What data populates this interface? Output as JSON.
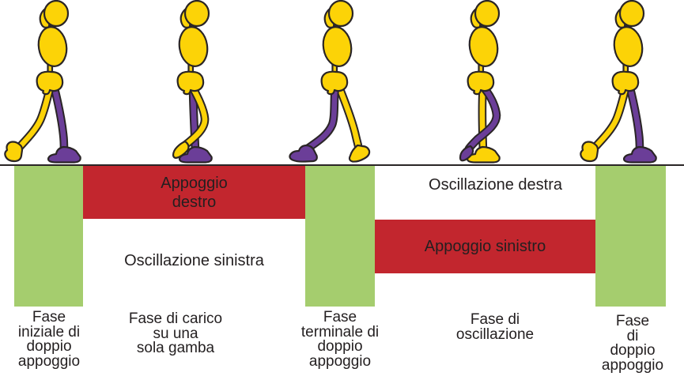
{
  "colors": {
    "double_support_green": "#a5cd6e",
    "stance_red": "#c2262e",
    "figure_yellow": "#fcd307",
    "figure_purple": "#6b3e98",
    "outline": "#2a2526",
    "text": "#231f20",
    "background": "#ffffff"
  },
  "bands": {
    "right_stance": "Appoggio\ndestro",
    "right_swing": "Oscillazione destra",
    "left_swing": "Oscillazione sinistra",
    "left_stance": "Appoggio sinistro"
  },
  "phases": [
    {
      "label": "Fase\niniziale di\ndoppio\nappoggio"
    },
    {
      "label": "Fase di carico\nsu una\nsola gamba"
    },
    {
      "label": "Fase\nterminale di\ndoppio\nappoggio"
    },
    {
      "label": "Fase di\noscillazione"
    },
    {
      "label": "Fase\ndi\ndoppio\nappoggio"
    }
  ],
  "figures": [
    {
      "pose": "initial-double-support"
    },
    {
      "pose": "single-leg-loading"
    },
    {
      "pose": "terminal-double-support"
    },
    {
      "pose": "swing"
    },
    {
      "pose": "double-support"
    }
  ]
}
